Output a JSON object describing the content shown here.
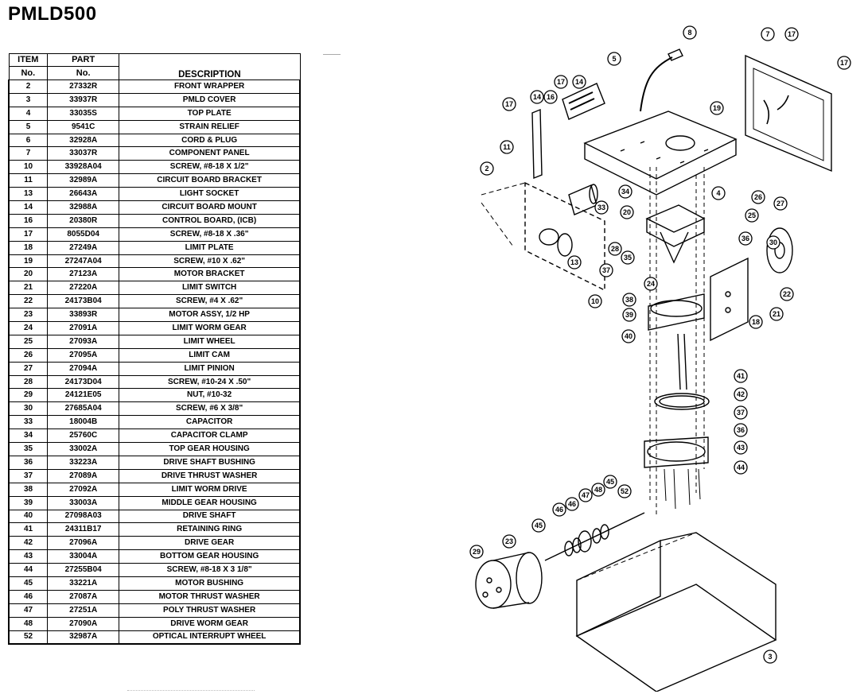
{
  "document": {
    "title": "PMLD500",
    "table": {
      "headers": {
        "item_line1": "ITEM",
        "item_line2": "No.",
        "part_line1": "PART",
        "part_line2": "No.",
        "description": "DESCRIPTION"
      },
      "rows": [
        {
          "item": "2",
          "part": "27332R",
          "desc": "FRONT WRAPPER"
        },
        {
          "item": "3",
          "part": "33937R",
          "desc": "PMLD COVER"
        },
        {
          "item": "4",
          "part": "33035S",
          "desc": "TOP PLATE"
        },
        {
          "item": "5",
          "part": "9541C",
          "desc": "STRAIN RELIEF"
        },
        {
          "item": "6",
          "part": "32928A",
          "desc": "CORD & PLUG"
        },
        {
          "item": "7",
          "part": "33037R",
          "desc": "COMPONENT PANEL"
        },
        {
          "item": "10",
          "part": "33928A04",
          "desc": "SCREW, #8-18 X 1/2\""
        },
        {
          "item": "11",
          "part": "32989A",
          "desc": "CIRCUIT BOARD BRACKET"
        },
        {
          "item": "13",
          "part": "26643A",
          "desc": "LIGHT SOCKET"
        },
        {
          "item": "14",
          "part": "32988A",
          "desc": "CIRCUIT BOARD MOUNT"
        },
        {
          "item": "16",
          "part": "20380R",
          "desc": "CONTROL BOARD, (ICB)"
        },
        {
          "item": "17",
          "part": "8055D04",
          "desc": "SCREW, #8-18 X .36\""
        },
        {
          "item": "18",
          "part": "27249A",
          "desc": "LIMIT PLATE"
        },
        {
          "item": "19",
          "part": "27247A04",
          "desc": "SCREW, #10 X .62\""
        },
        {
          "item": "20",
          "part": "27123A",
          "desc": "MOTOR BRACKET"
        },
        {
          "item": "21",
          "part": "27220A",
          "desc": "LIMIT SWITCH"
        },
        {
          "item": "22",
          "part": "24173B04",
          "desc": "SCREW, #4 X .62\""
        },
        {
          "item": "23",
          "part": "33893R",
          "desc": "MOTOR ASSY, 1/2 HP"
        },
        {
          "item": "24",
          "part": "27091A",
          "desc": "LIMIT WORM GEAR"
        },
        {
          "item": "25",
          "part": "27093A",
          "desc": "LIMIT WHEEL"
        },
        {
          "item": "26",
          "part": "27095A",
          "desc": "LIMIT CAM"
        },
        {
          "item": "27",
          "part": "27094A",
          "desc": "LIMIT PINION"
        },
        {
          "item": "28",
          "part": "24173D04",
          "desc": "SCREW, #10-24 X .50\""
        },
        {
          "item": "29",
          "part": "24121E05",
          "desc": "NUT, #10-32"
        },
        {
          "item": "30",
          "part": "27685A04",
          "desc": "SCREW, #6 X 3/8\""
        },
        {
          "item": "33",
          "part": "18004B",
          "desc": "CAPACITOR"
        },
        {
          "item": "34",
          "part": "25760C",
          "desc": "CAPACITOR CLAMP"
        },
        {
          "item": "35",
          "part": "33002A",
          "desc": "TOP GEAR HOUSING"
        },
        {
          "item": "36",
          "part": "33223A",
          "desc": "DRIVE SHAFT BUSHING"
        },
        {
          "item": "37",
          "part": "27089A",
          "desc": "DRIVE THRUST WASHER"
        },
        {
          "item": "38",
          "part": "27092A",
          "desc": "LIMIT WORM DRIVE"
        },
        {
          "item": "39",
          "part": "33003A",
          "desc": "MIDDLE GEAR HOUSING"
        },
        {
          "item": "40",
          "part": "27098A03",
          "desc": "DRIVE SHAFT"
        },
        {
          "item": "41",
          "part": "24311B17",
          "desc": "RETAINING RING"
        },
        {
          "item": "42",
          "part": "27096A",
          "desc": "DRIVE GEAR"
        },
        {
          "item": "43",
          "part": "33004A",
          "desc": "BOTTOM GEAR HOUSING"
        },
        {
          "item": "44",
          "part": "27255B04",
          "desc": "SCREW, #8-18 X 3 1/8\""
        },
        {
          "item": "45",
          "part": "33221A",
          "desc": "MOTOR BUSHING"
        },
        {
          "item": "46",
          "part": "27087A",
          "desc": "MOTOR THRUST WASHER"
        },
        {
          "item": "47",
          "part": "27251A",
          "desc": "POLY THRUST WASHER"
        },
        {
          "item": "48",
          "part": "27090A",
          "desc": "DRIVE WORM GEAR"
        },
        {
          "item": "52",
          "part": "32987A",
          "desc": "OPTICAL INTERRUPT WHEEL"
        }
      ]
    },
    "diagram_callouts": [
      "8",
      "7",
      "17",
      "17",
      "5",
      "17",
      "14",
      "14",
      "16",
      "17",
      "19",
      "11",
      "2",
      "34",
      "33",
      "4",
      "20",
      "28",
      "26",
      "27",
      "25",
      "36",
      "30",
      "35",
      "37",
      "24",
      "22",
      "38",
      "39",
      "21",
      "18",
      "10",
      "13",
      "40",
      "41",
      "42",
      "37",
      "36",
      "43",
      "44",
      "45",
      "48",
      "47",
      "46",
      "46",
      "45",
      "52",
      "29",
      "23",
      "3"
    ]
  }
}
